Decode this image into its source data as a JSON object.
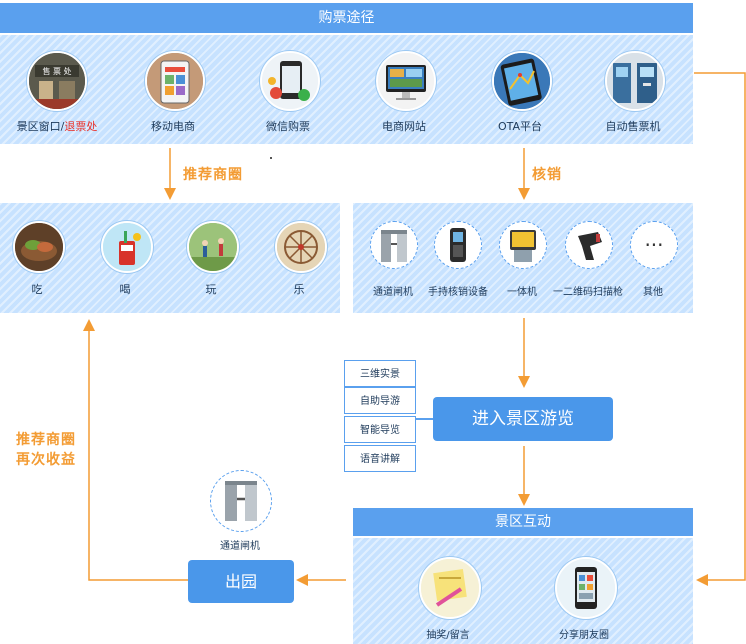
{
  "purchase": {
    "title": "购票途径",
    "channels": [
      {
        "label_main": "景区窗口/",
        "label_alt": "退票处",
        "icon": "ticket-window-icon"
      },
      {
        "label_main": "移动电商",
        "icon": "mobile-commerce-icon"
      },
      {
        "label_main": "微信购票",
        "icon": "wechat-phone-icon"
      },
      {
        "label_main": "电商网站",
        "icon": "computer-monitor-icon"
      },
      {
        "label_main": "OTA平台",
        "icon": "ota-tablet-icon"
      },
      {
        "label_main": "自动售票机",
        "icon": "ticket-machine-icon"
      }
    ]
  },
  "arrows": {
    "recommend": "推荐商圈",
    "verify": "核销",
    "revenue_line1": "推荐商圈",
    "revenue_line2": "再次收益"
  },
  "business": {
    "items": [
      {
        "label": "吃",
        "icon": "food-icon"
      },
      {
        "label": "喝",
        "icon": "drink-icon"
      },
      {
        "label": "玩",
        "icon": "play-icon"
      },
      {
        "label": "乐",
        "icon": "amusement-icon"
      }
    ]
  },
  "devices": {
    "items": [
      {
        "label": "通道闸机",
        "icon": "turnstile-icon"
      },
      {
        "label": "手持核销设备",
        "icon": "handheld-scanner-icon"
      },
      {
        "label": "一体机",
        "icon": "kiosk-icon"
      },
      {
        "label": "一二维码扫描枪",
        "icon": "barcode-gun-icon"
      },
      {
        "label": "其他",
        "icon": "more-icon",
        "glyph": "···"
      }
    ]
  },
  "tour": {
    "enter": "进入景区游览",
    "features": [
      "三维实景",
      "自助导游",
      "智能导览",
      "语音讲解"
    ]
  },
  "interaction": {
    "title": "景区互动",
    "items": [
      {
        "label": "抽奖/留言",
        "icon": "sticky-note-icon"
      },
      {
        "label": "分享朋友圈",
        "icon": "share-phone-icon"
      }
    ]
  },
  "exit": {
    "label": "出园",
    "gate_label": "通道闸机",
    "gate_icon": "turnstile-icon"
  },
  "colors": {
    "accent": "#5aa0ee",
    "arrow": "#f39c34",
    "highlight": "#e8322b"
  }
}
